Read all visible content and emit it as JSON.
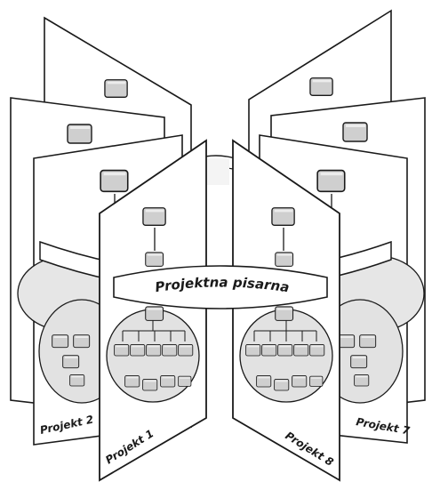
{
  "hub": {
    "label": "Projektna pisarna"
  },
  "projects": [
    {
      "id": "p1",
      "label": "Projekt 1"
    },
    {
      "id": "p2",
      "label": "Projekt 2"
    },
    {
      "id": "p7",
      "label": "Projekt 7"
    },
    {
      "id": "p8",
      "label": "Projekt 8"
    }
  ],
  "colors": {
    "line": "#1a1a1a",
    "panel": "#ffffff",
    "box": "#cfcfcf",
    "circle": "#e2e2e2",
    "ring": "#f4f4f4"
  }
}
